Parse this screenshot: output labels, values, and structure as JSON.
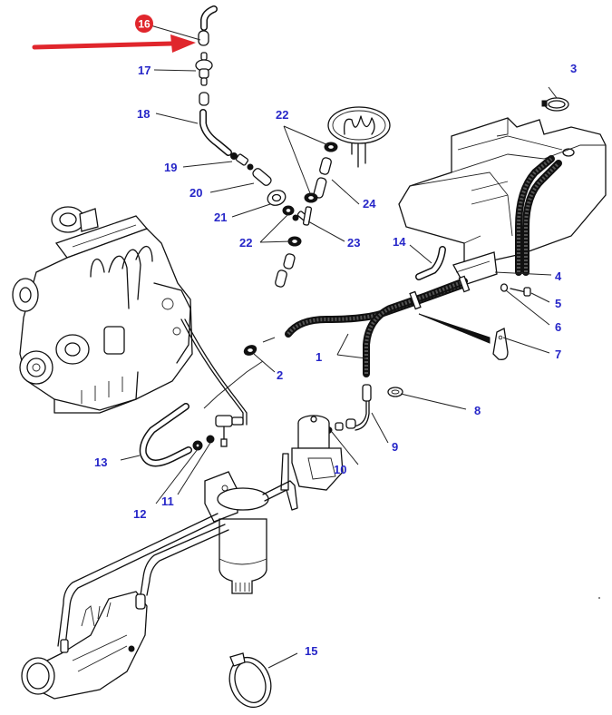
{
  "diagram": {
    "title": "Fuel system parts diagram",
    "colors": {
      "callout_text": "#2626c8",
      "highlight": "#e0262c",
      "arrow": "#e0262c",
      "line": "#111111",
      "background": "#ffffff"
    },
    "highlighted_part": "16",
    "callouts": [
      {
        "id": "1",
        "label": "1",
        "part": "fuel-hose-pair"
      },
      {
        "id": "2",
        "label": "2",
        "part": "hose-clamp"
      },
      {
        "id": "3",
        "label": "3",
        "part": "hose-clamp"
      },
      {
        "id": "4",
        "label": "4",
        "part": "hose-bracket"
      },
      {
        "id": "5",
        "label": "5",
        "part": "bolt"
      },
      {
        "id": "6",
        "label": "6",
        "part": "washer"
      },
      {
        "id": "7",
        "label": "7",
        "part": "p-clip"
      },
      {
        "id": "8",
        "label": "8",
        "part": "hose-clamp"
      },
      {
        "id": "9",
        "label": "9",
        "part": "fuel-pipe"
      },
      {
        "id": "10",
        "label": "10",
        "part": "union-fitting"
      },
      {
        "id": "11",
        "label": "11",
        "part": "sealing-washer"
      },
      {
        "id": "12",
        "label": "12",
        "part": "sealing-washer"
      },
      {
        "id": "13",
        "label": "13",
        "part": "return-hose"
      },
      {
        "id": "14",
        "label": "14",
        "part": "breather-hose"
      },
      {
        "id": "15",
        "label": "15",
        "part": "band-clamp"
      },
      {
        "id": "16",
        "label": "16",
        "part": "hose-connector"
      },
      {
        "id": "17",
        "label": "17",
        "part": "check-valve"
      },
      {
        "id": "18",
        "label": "18",
        "part": "hose"
      },
      {
        "id": "19",
        "label": "19",
        "part": "adapter"
      },
      {
        "id": "20",
        "label": "20",
        "part": "connector"
      },
      {
        "id": "21",
        "label": "21",
        "part": "grommet"
      },
      {
        "id": "22",
        "label": "22",
        "part": "hose-clip"
      },
      {
        "id": "23",
        "label": "23",
        "part": "t-piece"
      },
      {
        "id": "24",
        "label": "24",
        "part": "connector"
      }
    ],
    "assemblies": [
      "engine",
      "fuel-tank",
      "fuel-sender",
      "fuel-filter",
      "lift-pump",
      "injection-pump"
    ]
  }
}
